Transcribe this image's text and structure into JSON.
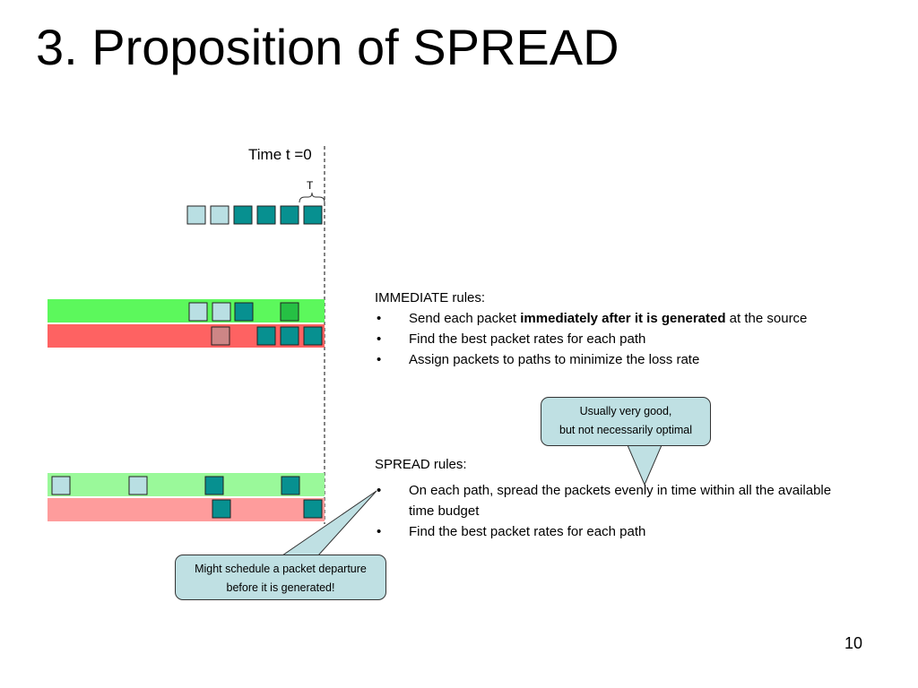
{
  "slide": {
    "title": "3. Proposition of SPREAD",
    "page_number": "10"
  },
  "timeline": {
    "time_label": "Time t =0",
    "period_label": "T"
  },
  "colors": {
    "light_packet": "#b9dfe3",
    "dark_packet": "#079090",
    "green_packet": "#26c044",
    "red_packet": "#cd8686",
    "immediate_green_bar": "#5cf85c",
    "immediate_red_bar": "#fe6262",
    "spread_green_bar": "#9af99a",
    "spread_red_bar": "#fe9c9c"
  },
  "immediate": {
    "heading": "IMMEDIATE rules:",
    "rule1_prefix": "Send each packet ",
    "rule1_bold": "immediately after it is generated",
    "rule1_suffix": " at the source",
    "rule2": "Find the best packet rates for each path",
    "rule3": "Assign packets to paths to minimize the loss rate"
  },
  "spread": {
    "heading": "SPREAD rules:",
    "rule1": "On each path, spread the packets evenly in time within all the available time budget",
    "rule2": "Find the best packet rates for each path"
  },
  "callouts": {
    "good_line1": "Usually very good,",
    "good_line2": "but not necessarily optimal",
    "might_line1": "Might schedule a packet departure",
    "might_line2": "before it is generated!"
  }
}
